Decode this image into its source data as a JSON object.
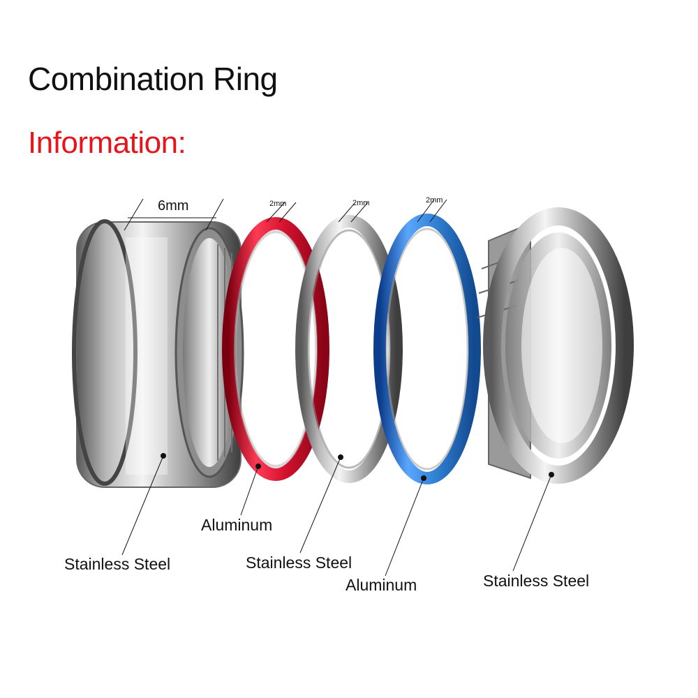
{
  "title": "Combination Ring",
  "subtitle": "Information:",
  "colors": {
    "subtitle": "#e8141c",
    "steel": "#c9c9c9",
    "aluminum_red": "#d3122e",
    "aluminum_blue": "#2f7fd2"
  },
  "dimensions": {
    "band_width": "6mm",
    "ring_2_width": "2mm",
    "ring_3_width": "2mm",
    "ring_4_width": "2mm"
  },
  "parts": [
    {
      "label": "Stainless Steel",
      "material": "steel"
    },
    {
      "label": "Aluminum",
      "material": "aluminum_red"
    },
    {
      "label": "Stainless Steel",
      "material": "steel"
    },
    {
      "label": "Aluminum",
      "material": "aluminum_blue"
    },
    {
      "label": "Stainless Steel",
      "material": "steel"
    }
  ]
}
